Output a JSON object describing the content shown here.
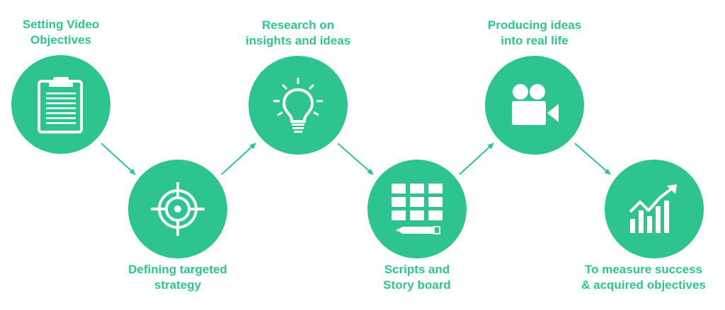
{
  "colors": {
    "accent": "#2ec48e",
    "icon": "#ffffff",
    "background": "#ffffff"
  },
  "steps": [
    {
      "label": "Setting Video\nObjectives",
      "icon": "clipboard-icon"
    },
    {
      "label": "Defining targeted\nstrategy",
      "icon": "target-icon"
    },
    {
      "label": "Research on\ninsights and ideas",
      "icon": "lightbulb-icon"
    },
    {
      "label": "Scripts and\nStory board",
      "icon": "storyboard-icon"
    },
    {
      "label": "Producing ideas\ninto real life",
      "icon": "video-camera-icon"
    },
    {
      "label": "To measure success\n& acquired objectives",
      "icon": "growth-chart-icon"
    }
  ]
}
